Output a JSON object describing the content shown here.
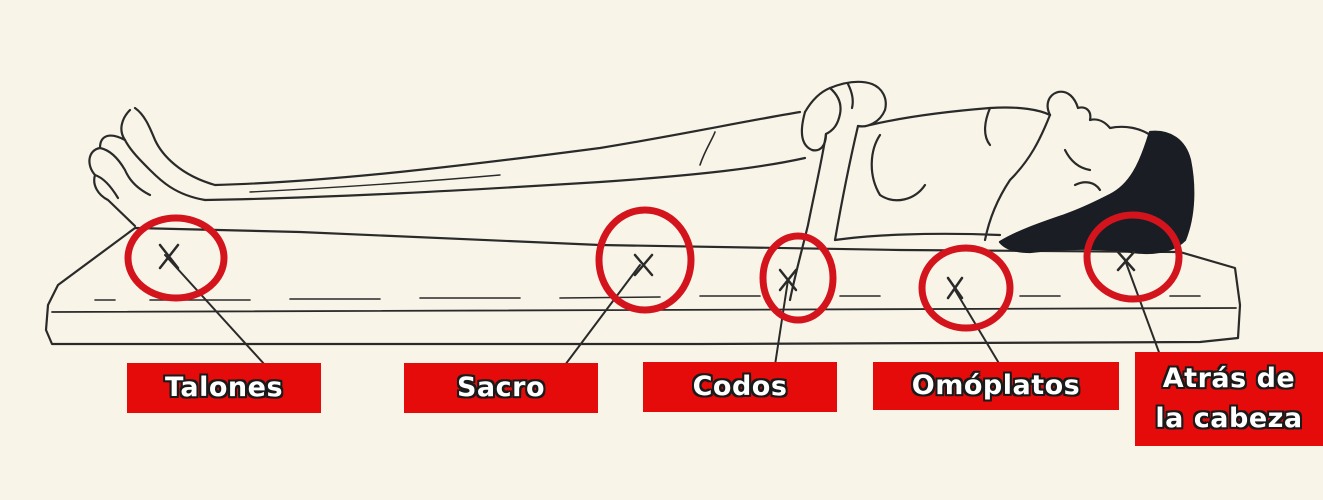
{
  "labels": {
    "talones": "Talones",
    "sacro": "Sacro",
    "codos": "Codos",
    "omoplatos": "Omóplatos",
    "cabeza": "Atrás de\nla cabeza"
  },
  "colors": {
    "background": "#f8f5e8",
    "label_fill": "#e60b0b",
    "circle_stroke": "#d4141c",
    "line_art": "#2a2a2a",
    "hair": "#1b1d24"
  },
  "icons": {
    "figure": "person-lying-supine-illustration",
    "surface": "mattress-illustration",
    "marker": "pressure-point-x-mark"
  }
}
